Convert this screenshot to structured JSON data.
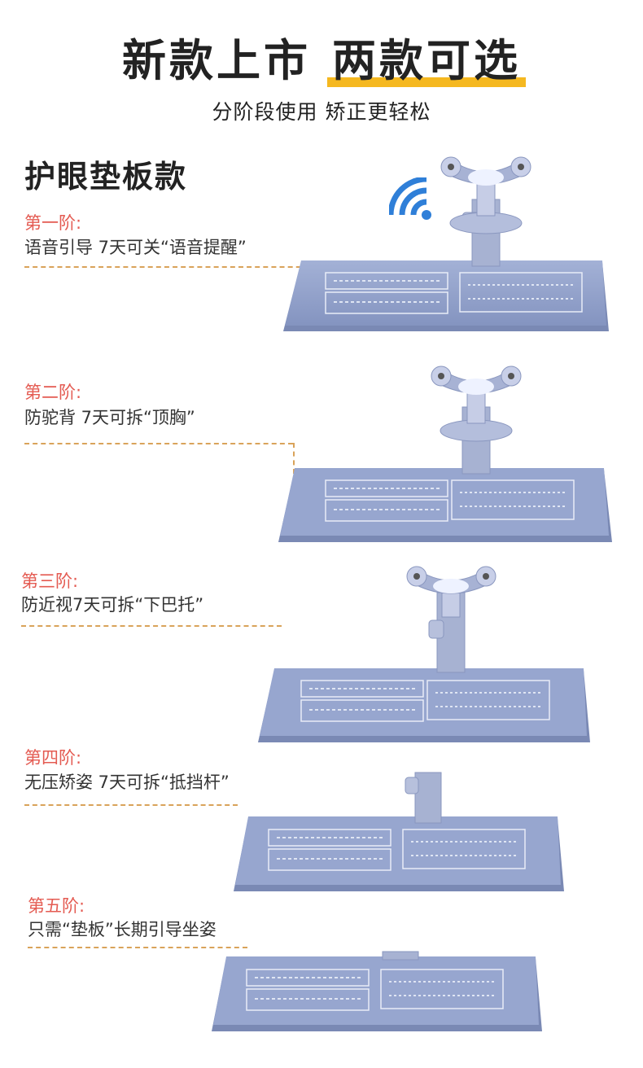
{
  "headline": {
    "part1": "新款上市",
    "part2": "两款可选"
  },
  "subline": "分阶段使用  矫正更轻松",
  "section_title": "护眼垫板款",
  "stages": [
    {
      "label": "第一阶:",
      "desc": "语音引导 7天可关“语音提醒”"
    },
    {
      "label": "第二阶:",
      "desc": "防驼背 7天可拆“顶胸”"
    },
    {
      "label": "第三阶:",
      "desc": "防近视7天可拆“下巴托”"
    },
    {
      "label": "第四阶:",
      "desc": "无压矫姿 7天可拆“抵挡杆”"
    },
    {
      "label": "第五阶:",
      "desc": "只需“垫板”长期引导坐姿"
    }
  ],
  "colors": {
    "accent_highlight": "#f5b820",
    "stage_label": "#e45b52",
    "dash": "#d9a35a",
    "board": "#8f9fc7",
    "wifi": "#2f7fd8"
  },
  "icons": [
    "wifi-icon"
  ]
}
